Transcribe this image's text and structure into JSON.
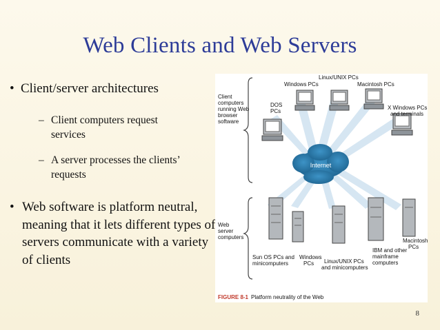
{
  "title": "Web Clients and Web Servers",
  "bullets": {
    "b1": "Client/server architectures",
    "sub1": "Client computers request services",
    "sub2": "A server processes the clients’ requests",
    "b2": "Web software is platform neutral, meaning that it lets different types of servers communicate with a variety of clients"
  },
  "figure": {
    "client_label": "Client computers running Web browser software",
    "server_label": "Web server computers",
    "internet_label": "Internet",
    "client_groups": [
      "DOS PCs",
      "Windows PCs",
      "Linux/UNIX PCs",
      "Macintosh PCs",
      "X Windows PCs and terminals"
    ],
    "server_groups": [
      "Sun OS PCs and minicomputers",
      "Windows PCs",
      "Linux/UNIX PCs and minicomputers",
      "IBM and other mainframe computers",
      "Macintosh PCs"
    ],
    "caption_id": "FIGURE 8-1",
    "caption_text": "Platform neutrality of the Web"
  },
  "page_number": "8",
  "colors": {
    "title": "#2d3c98",
    "caption_red": "#c0392b",
    "cloud": "#2f7fb0",
    "ray": "#cfe0ee"
  }
}
